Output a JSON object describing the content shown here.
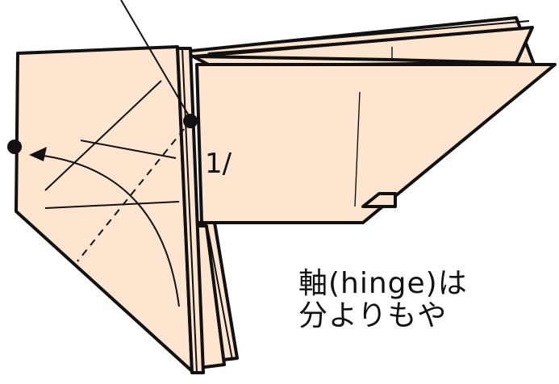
{
  "diagram": {
    "fold_label": "1/",
    "caption_lines": [
      "軸(hinge)は",
      "分よりもや"
    ],
    "colors": {
      "paper": "#fde5cf",
      "outline": "#111111",
      "background": "#ffffff"
    }
  }
}
